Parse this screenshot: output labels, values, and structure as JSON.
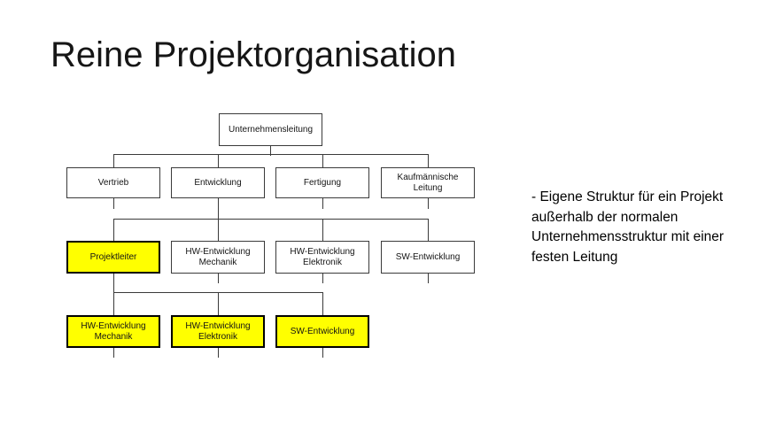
{
  "slide": {
    "title": "Reine Projektorganisation"
  },
  "note": {
    "lines": [
      "- Eigene Struktur für ein Projekt",
      "außerhalb der normalen",
      "Unternehmensstruktur mit einer",
      "festen Leitung"
    ]
  },
  "org_chart": {
    "type": "org-tree",
    "colors": {
      "highlight_fill": "#ffff00",
      "box_fill": "#ffffff",
      "line": "#3a3a3a",
      "text": "#141414"
    },
    "levels": {
      "level1": [
        {
          "label": "Unternehmensleitung",
          "highlighted": false
        }
      ],
      "level2": [
        {
          "label": "Vertrieb",
          "highlighted": false
        },
        {
          "label": "Entwicklung",
          "highlighted": false
        },
        {
          "label": "Fertigung",
          "highlighted": false
        },
        {
          "label": "Kaufmännische Leitung",
          "highlighted": false
        }
      ],
      "level3": [
        {
          "label": "Projektleiter",
          "highlighted": true
        },
        {
          "label": "HW-Entwicklung Mechanik",
          "highlighted": false
        },
        {
          "label": "HW-Entwicklung Elektronik",
          "highlighted": false
        },
        {
          "label": "SW-Entwicklung",
          "highlighted": false
        }
      ],
      "level4": [
        {
          "label": "HW-Entwicklung Mechanik",
          "highlighted": true
        },
        {
          "label": "HW-Entwicklung Elektronik",
          "highlighted": true
        },
        {
          "label": "SW-Entwicklung",
          "highlighted": true
        }
      ]
    },
    "structure": {
      "Unternehmensleitung": [
        "Vertrieb",
        "Entwicklung",
        "Fertigung",
        "Kaufmännische Leitung"
      ],
      "Entwicklung": [
        "Projektleiter",
        "HW-Entwicklung Mechanik",
        "HW-Entwicklung Elektronik",
        "SW-Entwicklung"
      ],
      "Projektleiter": [
        "HW-Entwicklung Mechanik",
        "HW-Entwicklung Elektronik",
        "SW-Entwicklung"
      ]
    }
  }
}
